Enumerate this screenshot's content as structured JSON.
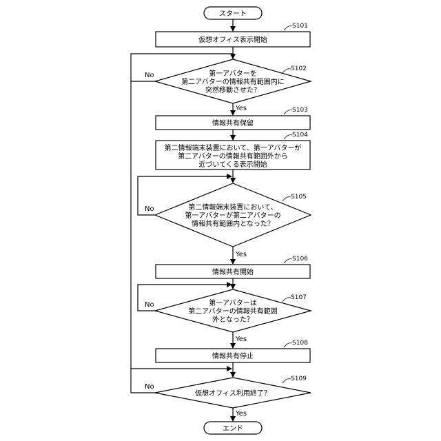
{
  "start": "スタート",
  "end": "エンド",
  "steps": {
    "s101": {
      "id": "S101",
      "lines": [
        "仮想オフィス表示開始"
      ]
    },
    "s102": {
      "id": "S102",
      "lines": [
        "第一アバターを",
        "第二アバターの情報共有範囲内に",
        "突然移動させた？"
      ]
    },
    "s103": {
      "id": "S103",
      "lines": [
        "情報共有保留"
      ]
    },
    "s104": {
      "id": "S104",
      "lines": [
        "第二情報端末装置において、第一アバターが",
        "第二アバターの情報共有範囲外から",
        "近づいてくる表示開始"
      ]
    },
    "s105": {
      "id": "S105",
      "lines": [
        "第二情報端末装置において、",
        "第一アバターが第二アバターの",
        "情報共有範囲内となった？"
      ]
    },
    "s106": {
      "id": "S106",
      "lines": [
        "情報共有開始"
      ]
    },
    "s107": {
      "id": "S107",
      "lines": [
        "第一アバターは",
        "第二アバターの情報共有範囲",
        "外となった？"
      ]
    },
    "s108": {
      "id": "S108",
      "lines": [
        "情報共有停止"
      ]
    },
    "s109": {
      "id": "S109",
      "lines": [
        "仮想オフィス利用終了？"
      ]
    }
  },
  "labels": {
    "yes": "Yes",
    "no": "No"
  }
}
